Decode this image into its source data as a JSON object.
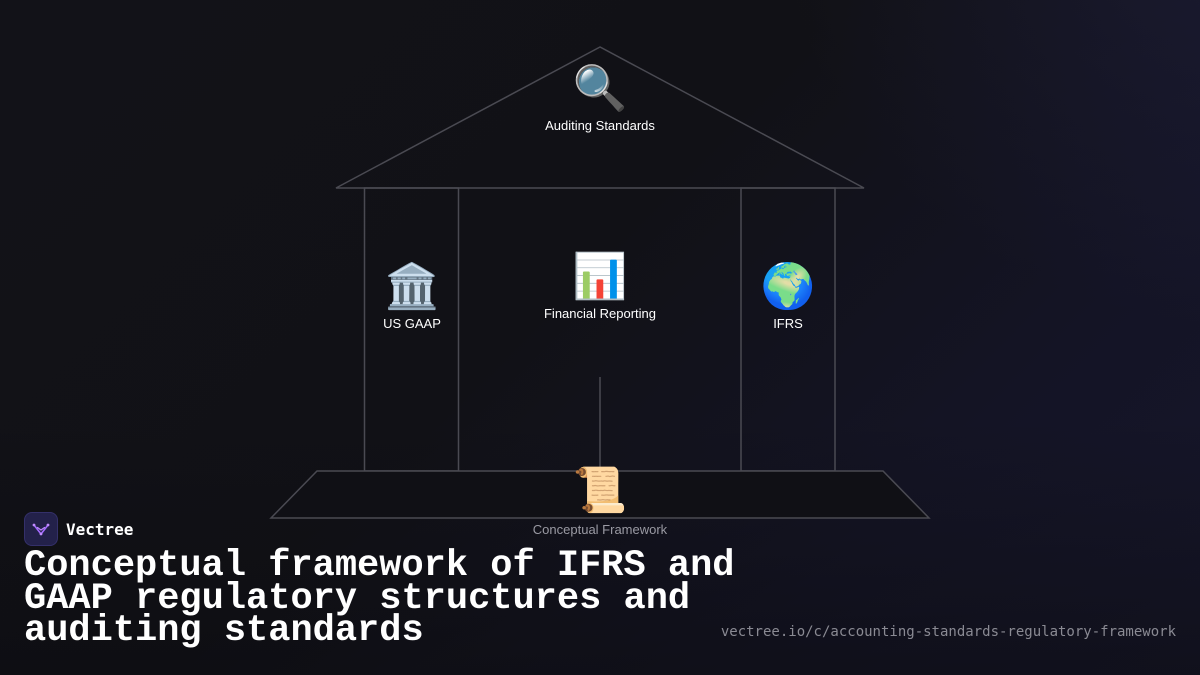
{
  "diagram": {
    "roof": {
      "icon": "magnifying-glass-icon",
      "emoji": "🔍",
      "label": "Auditing Standards"
    },
    "left_pillar": {
      "icon": "classical-building-icon",
      "emoji": "🏛️",
      "label": "US GAAP"
    },
    "center": {
      "icon": "bar-chart-icon",
      "emoji": "📊",
      "label": "Financial Reporting"
    },
    "right_pillar": {
      "icon": "globe-icon",
      "emoji": "🌍",
      "label": "IFRS"
    },
    "foundation": {
      "icon": "scroll-icon",
      "emoji": "📜",
      "label": "Conceptual Framework"
    }
  },
  "brand": {
    "name": "Vectree",
    "logo_color": "#23214a",
    "accent": "#a46bff"
  },
  "title": "Conceptual framework of IFRS and GAAP regulatory structures and auditing standards",
  "url": "vectree.io/c/accounting-standards-regulatory-framework"
}
